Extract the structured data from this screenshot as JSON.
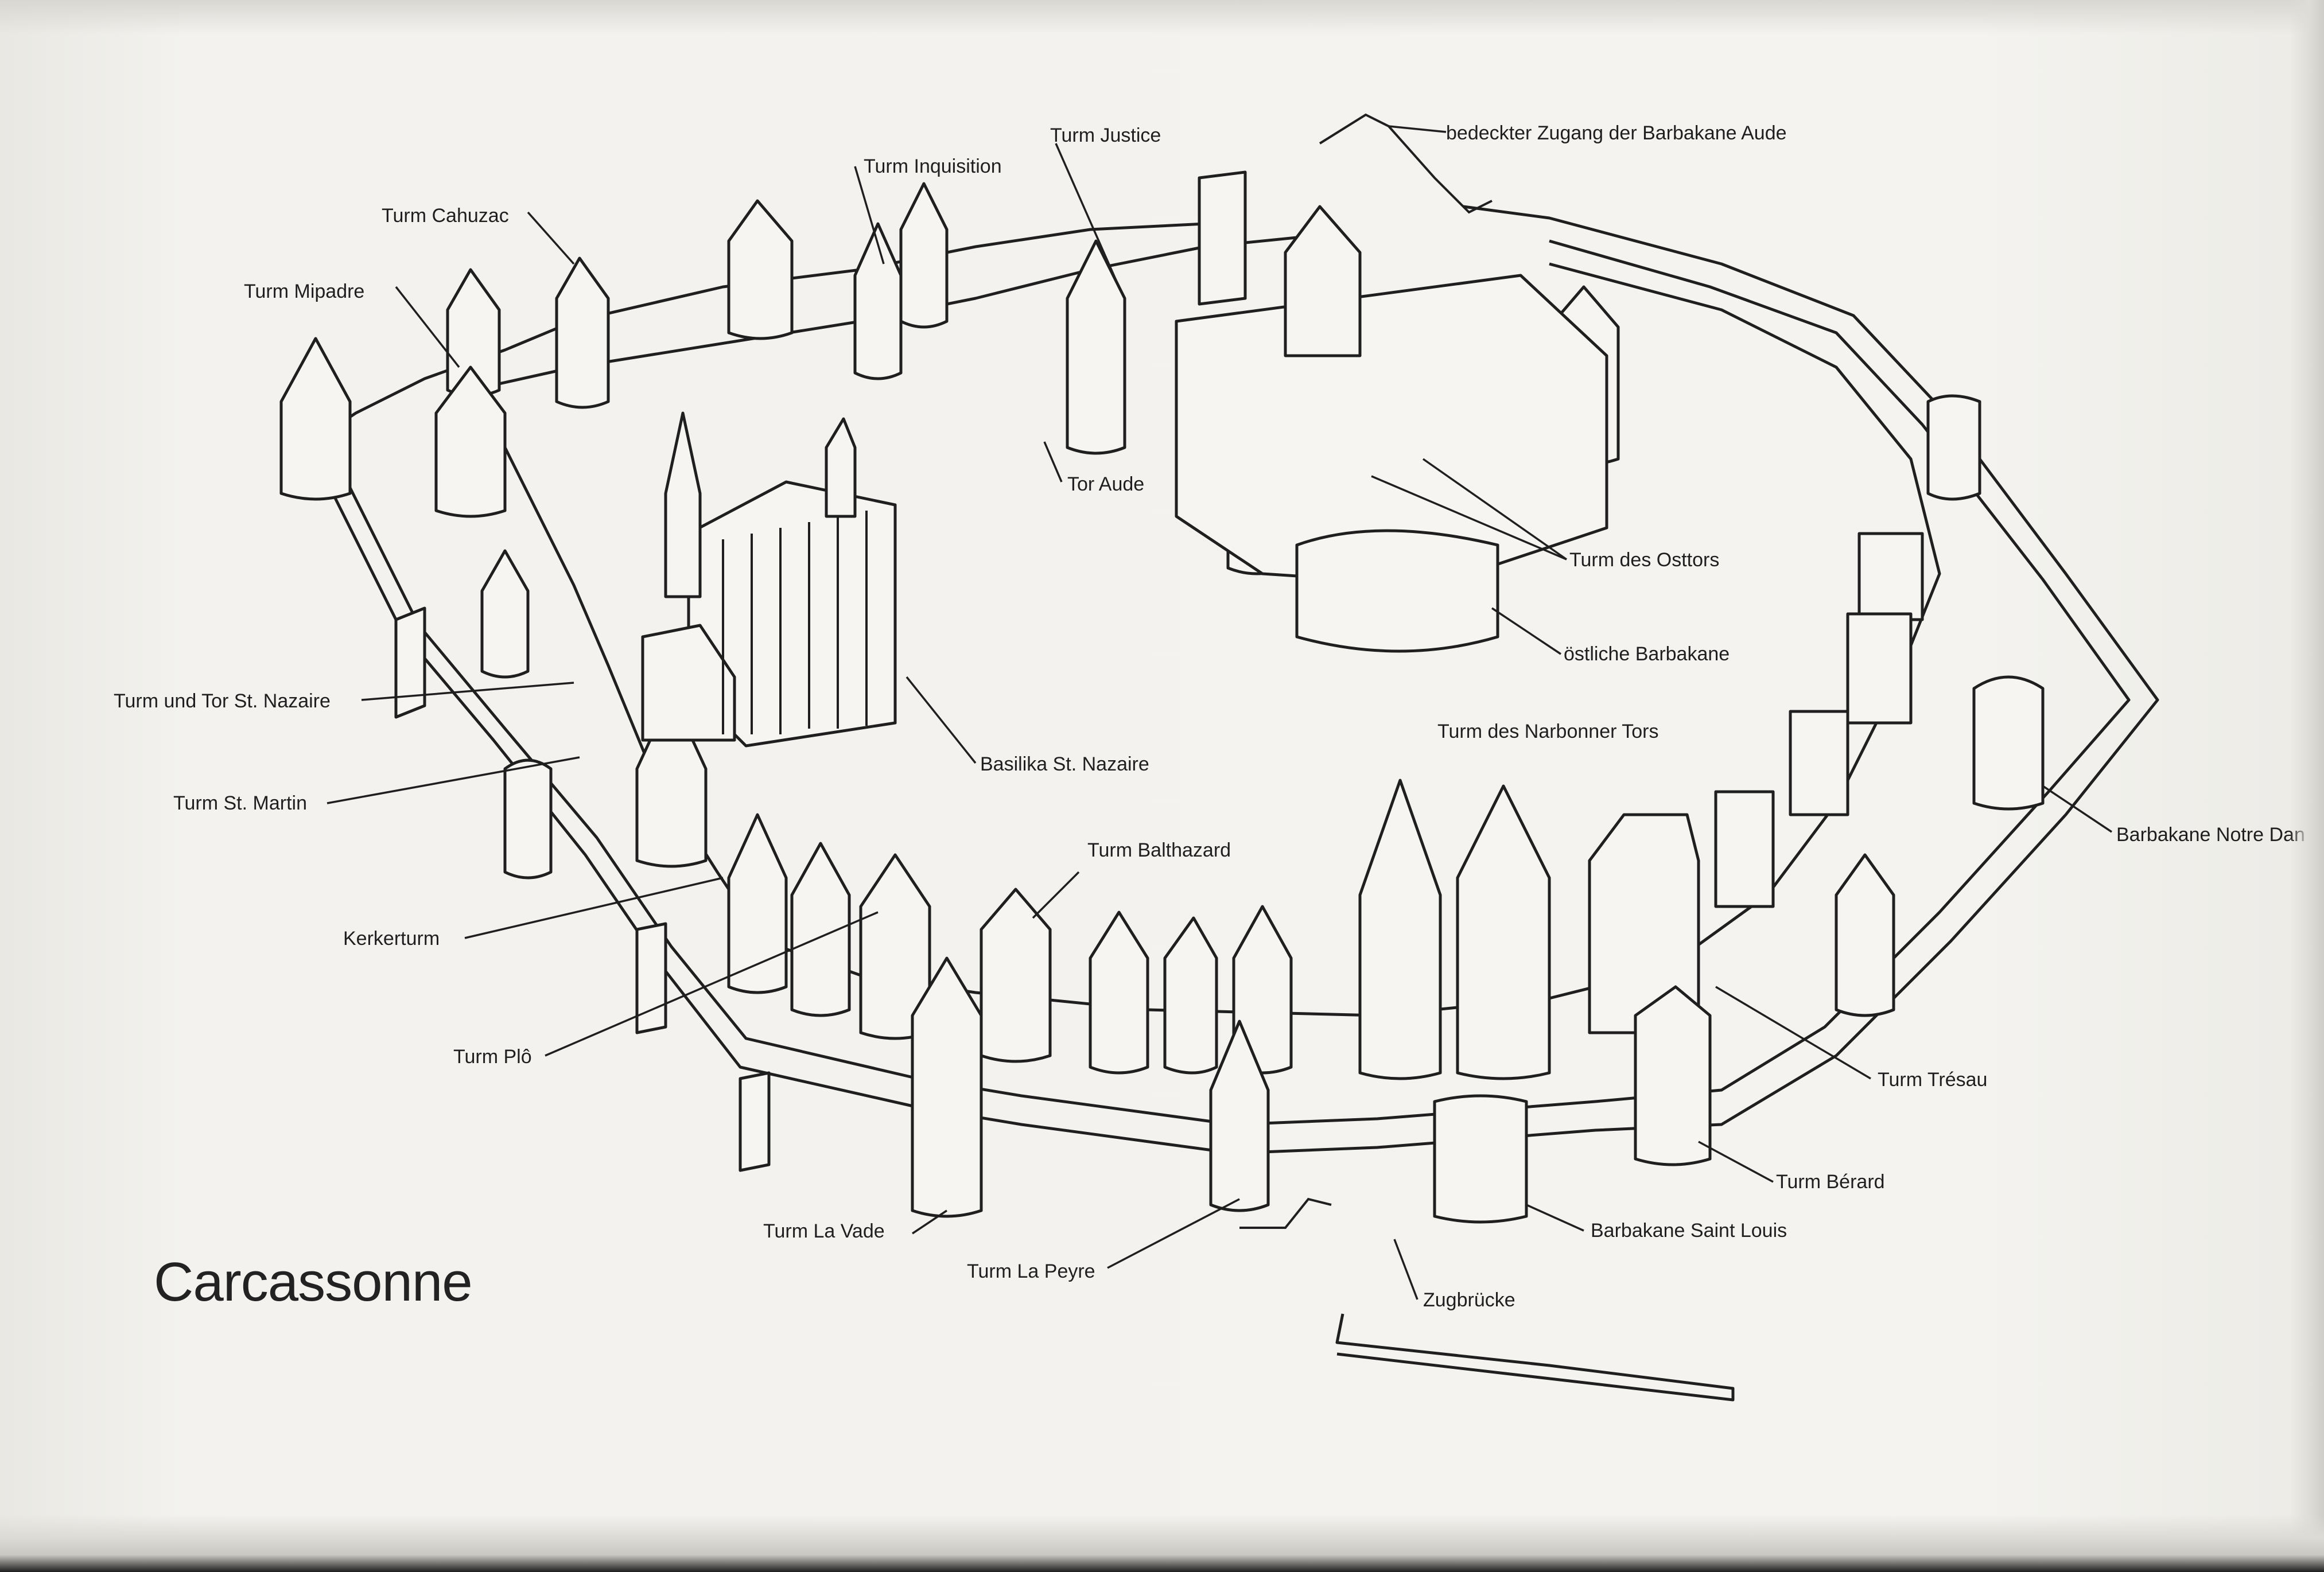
{
  "title": "Carcassonne",
  "labels": {
    "bedeckter_zugang": "bedeckter Zugang der Barbakane Aude",
    "turm_justice": "Turm Justice",
    "turm_inquisition": "Turm Inquisition",
    "turm_cahuzac": "Turm Cahuzac",
    "turm_mipadre": "Turm Mipadre",
    "tor_aude": "Tor Aude",
    "turm_des_osttors": "Turm des Osttors",
    "oestliche_barbakane": "östliche Barbakane",
    "turm_und_tor_st_nazaire": "Turm und Tor St. Nazaire",
    "basilika_st_nazaire": "Basilika St. Nazaire",
    "turm_des_narbonner_tors": "Turm des Narbonner Tors",
    "turm_st_martin": "Turm St. Martin",
    "barbakane_notre_dame": "Barbakane Notre Dan",
    "turm_balthazard": "Turm Balthazard",
    "kerkerturm": "Kerkerturm",
    "turm_tresau": "Turm Trésau",
    "turm_plo": "Turm Plô",
    "turm_berard": "Turm Bérard",
    "turm_la_vade": "Turm La Vade",
    "barbakane_saint_louis": "Barbakane Saint Louis",
    "turm_la_peyre": "Turm La Peyre",
    "zugbruecke": "Zugbrücke"
  }
}
